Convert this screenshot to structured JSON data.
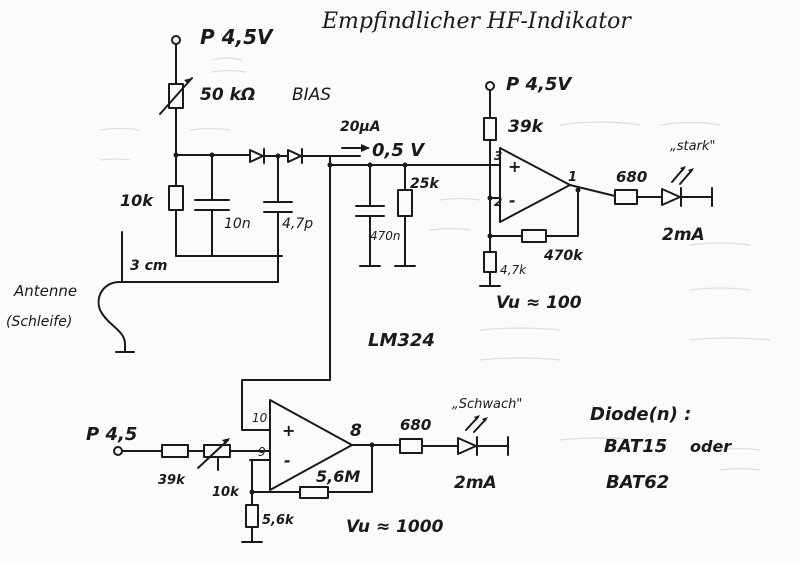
{
  "title": "Empfindlicher HF-Indikator",
  "labels": {
    "supply_top": "P 4,5V",
    "supply_right": "P 4,5V",
    "supply_bottom": "P 4,5",
    "bias_pot": "50 kΩ",
    "bias": "BIAS",
    "current": "20µA",
    "voltage": "0,5 V",
    "r_10k": "10k",
    "c_10n": "10n",
    "c_4p7": "4,7p",
    "r_25k": "25k",
    "c_470n": "470n",
    "r_39k_top": "39k",
    "r_4k7": "4,7k",
    "r_470k": "470k",
    "vu_top": "Vu ≈ 100",
    "pin3": "3",
    "pin2": "2",
    "pin1": "1",
    "plus_top": "+",
    "minus_top": "-",
    "r_680_top": "680",
    "strong": "„stark\"",
    "led_top_current": "2mA",
    "antenna_len": "3 cm",
    "antenna": "Antenne",
    "loop": "(Schleife)",
    "ic": "LM324",
    "pin10": "10",
    "pin9": "9",
    "pin8": "8",
    "plus_bot": "+",
    "minus_bot": "-",
    "r_39k_bot": "39k",
    "pot_10k": "10k",
    "r_5k6": "5,6k",
    "r_5M6": "5,6M",
    "vu_bot": "Vu ≈ 1000",
    "r_680_bot": "680",
    "weak": "„Schwach\"",
    "led_bot_current": "2mA",
    "diode_heading": "Diode(n) :",
    "diode_a": "BAT15",
    "diode_or": "oder",
    "diode_b": "BAT62"
  }
}
